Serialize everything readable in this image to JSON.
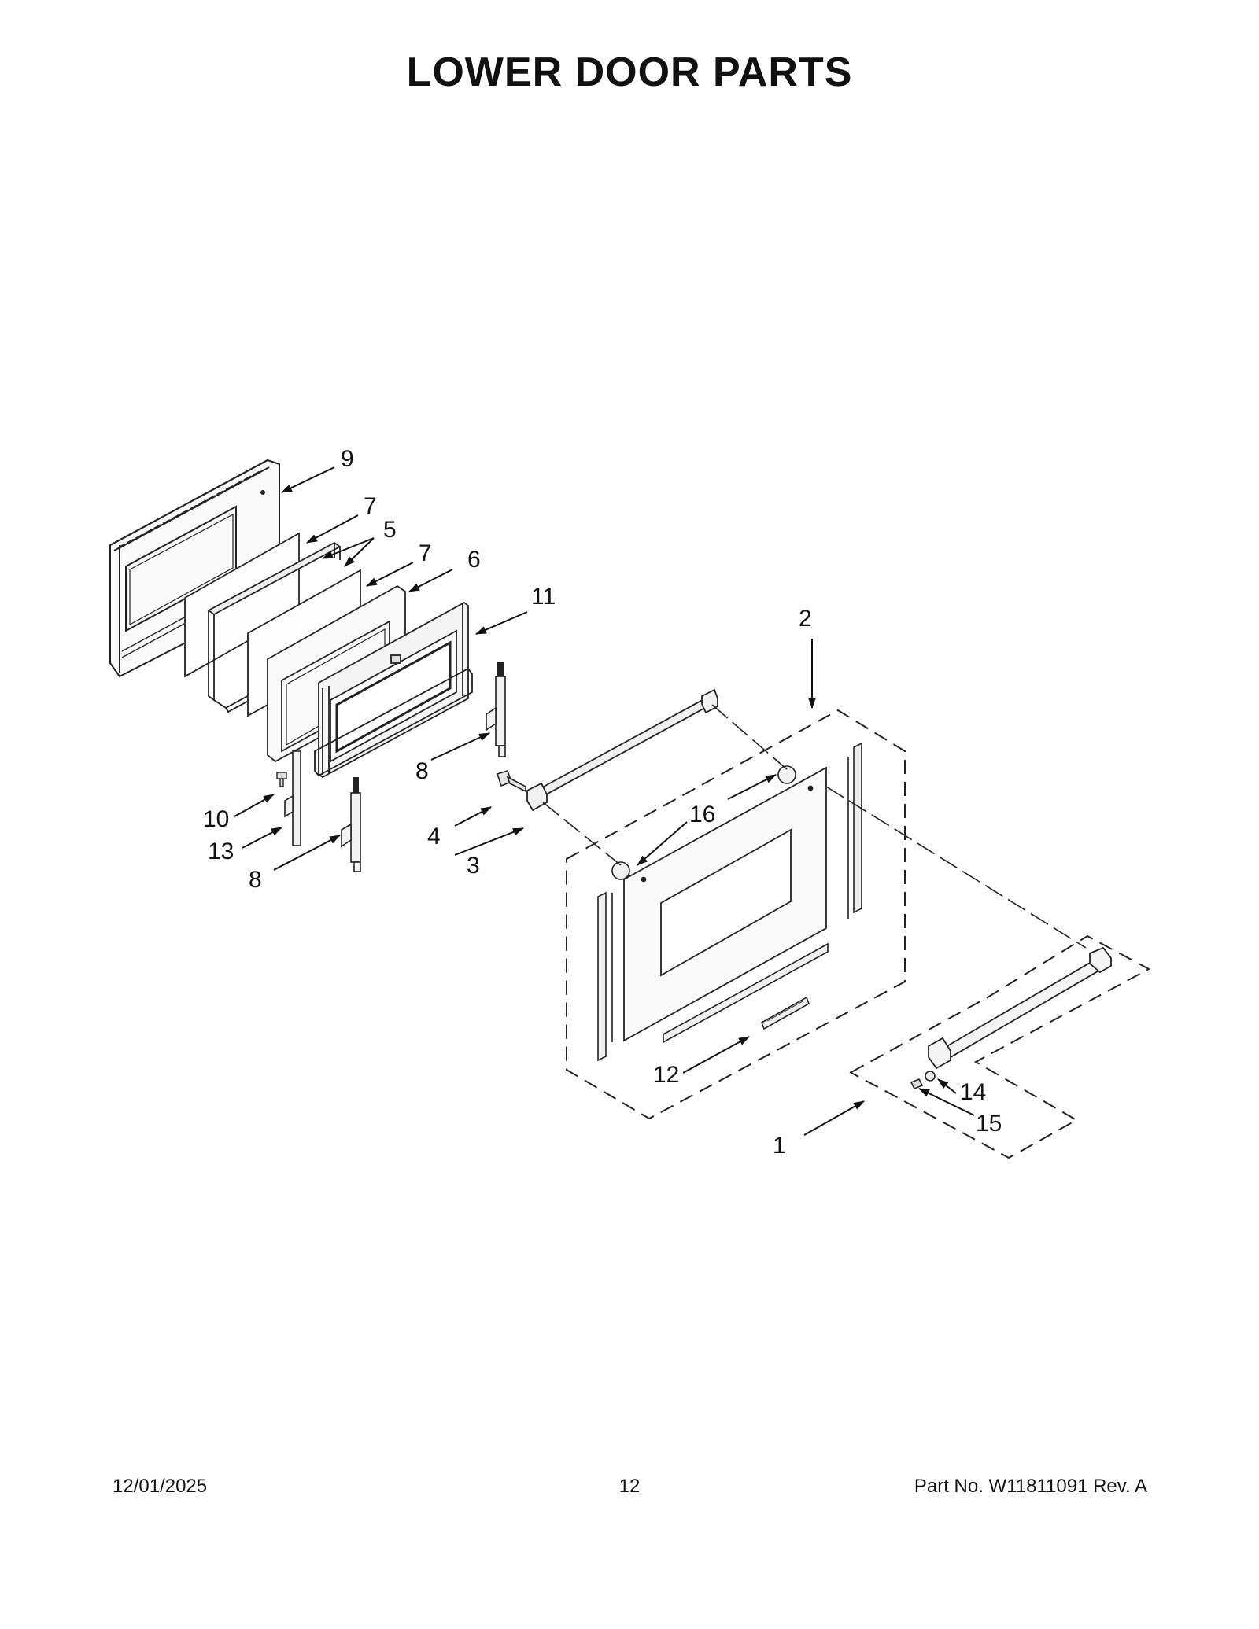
{
  "title": "LOWER DOOR PARTS",
  "callouts": [
    "9",
    "7",
    "5",
    "7",
    "6",
    "11",
    "2",
    "8",
    "10",
    "13",
    "8",
    "4",
    "3",
    "16",
    "12",
    "14",
    "15",
    "1"
  ],
  "footer": {
    "date": "12/01/2025",
    "page": "12",
    "part_no": "Part No.  W11811091  Rev.  A"
  }
}
